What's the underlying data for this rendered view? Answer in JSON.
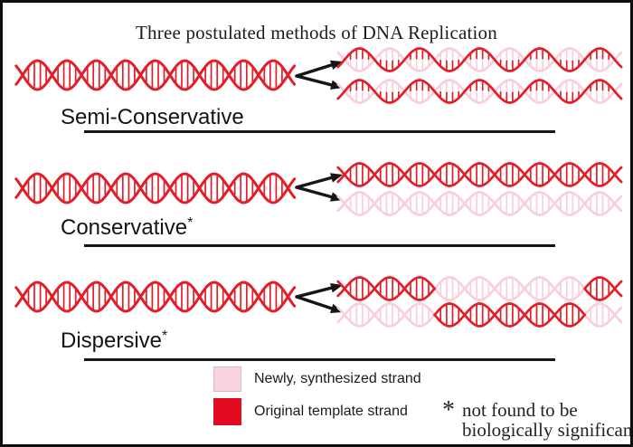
{
  "title": "Three postulated methods of DNA Replication",
  "colors": {
    "original": "#e31e28",
    "new": "#f8cfda",
    "legend_original": "#e30b22",
    "legend_new": "#f7d4df",
    "ink": "#161616"
  },
  "methods": [
    {
      "name": "Semi-Conservative",
      "suffix": "",
      "template": {
        "kind": "solid",
        "color": "original"
      },
      "products": [
        {
          "kind": "hybrid",
          "strand_top": "original",
          "strand_bottom": "new"
        },
        {
          "kind": "hybrid",
          "strand_top": "original",
          "strand_bottom": "new"
        }
      ]
    },
    {
      "name": "Conservative",
      "suffix": "*",
      "template": {
        "kind": "solid",
        "color": "original"
      },
      "products": [
        {
          "kind": "solid",
          "color": "original"
        },
        {
          "kind": "solid",
          "color": "new"
        }
      ]
    },
    {
      "name": "Dispersive",
      "suffix": "*",
      "template": {
        "kind": "solid",
        "color": "original"
      },
      "products": [
        {
          "kind": "segmented",
          "segments": [
            "original",
            "original",
            "original",
            "new",
            "new",
            "new",
            "new",
            "new",
            "original"
          ]
        },
        {
          "kind": "segmented",
          "segments": [
            "new",
            "new",
            "new",
            "original",
            "original",
            "original",
            "original",
            "original",
            "new"
          ]
        }
      ]
    }
  ],
  "legend": {
    "items": [
      {
        "color_key": "legend_new",
        "label": "Newly, synthesized strand"
      },
      {
        "color_key": "legend_original",
        "label": "Original template strand"
      }
    ]
  },
  "footnote": {
    "symbol": "*",
    "lines": [
      "not found to be",
      "biologically significant"
    ]
  }
}
